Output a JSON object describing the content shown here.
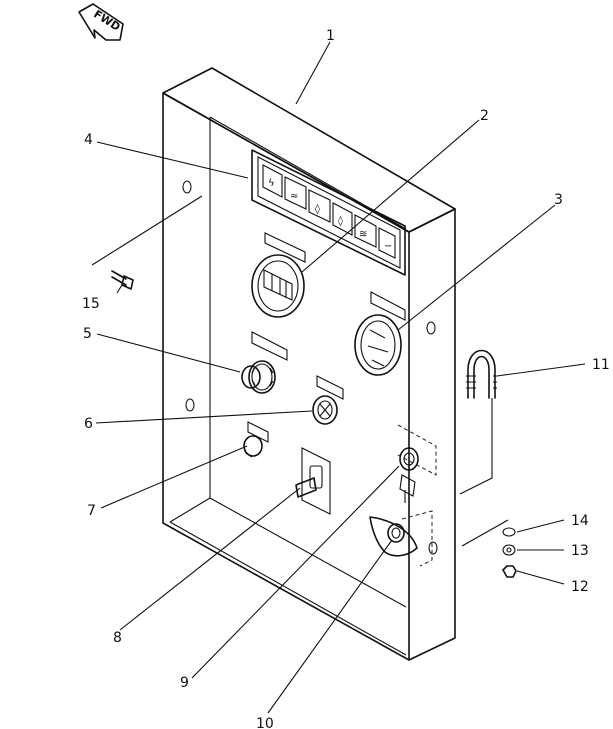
{
  "direction_tag": "FWD",
  "callouts": [
    "1",
    "2",
    "3",
    "4",
    "5",
    "6",
    "7",
    "8",
    "9",
    "10",
    "11",
    "12",
    "13",
    "14",
    "15"
  ],
  "indicator_symbols": [
    "ϟ",
    "≈",
    "◊",
    "◊",
    "≋",
    "−"
  ]
}
